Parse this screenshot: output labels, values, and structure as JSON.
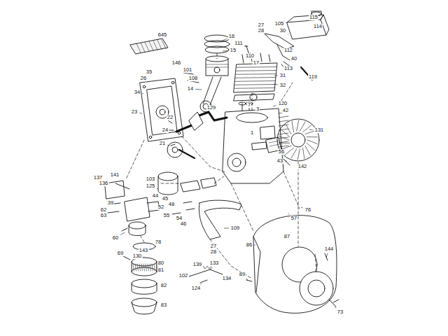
{
  "diagram": {
    "labels": [
      "645",
      "27",
      "28",
      "105",
      "30",
      "115",
      "114",
      "111",
      "110",
      "17",
      "112",
      "40",
      "113",
      "119",
      "16",
      "15",
      "31",
      "32",
      "146",
      "101",
      "108",
      "14",
      "34",
      "26",
      "35",
      "23",
      "22",
      "24",
      "21",
      "129",
      "1",
      "7",
      "3",
      "120",
      "42",
      "131",
      "56",
      "43",
      "142",
      "76",
      "57",
      "141",
      "136",
      "137",
      "103",
      "125",
      "44",
      "45",
      "48",
      "52",
      "55",
      "39",
      "62",
      "63",
      "60",
      "143",
      "78",
      "130",
      "80",
      "81",
      "69",
      "82",
      "83",
      "109",
      "27",
      "28",
      "139",
      "133",
      "134",
      "102",
      "124",
      "89",
      "86",
      "87",
      "144",
      "73",
      "54",
      "46"
    ]
  }
}
